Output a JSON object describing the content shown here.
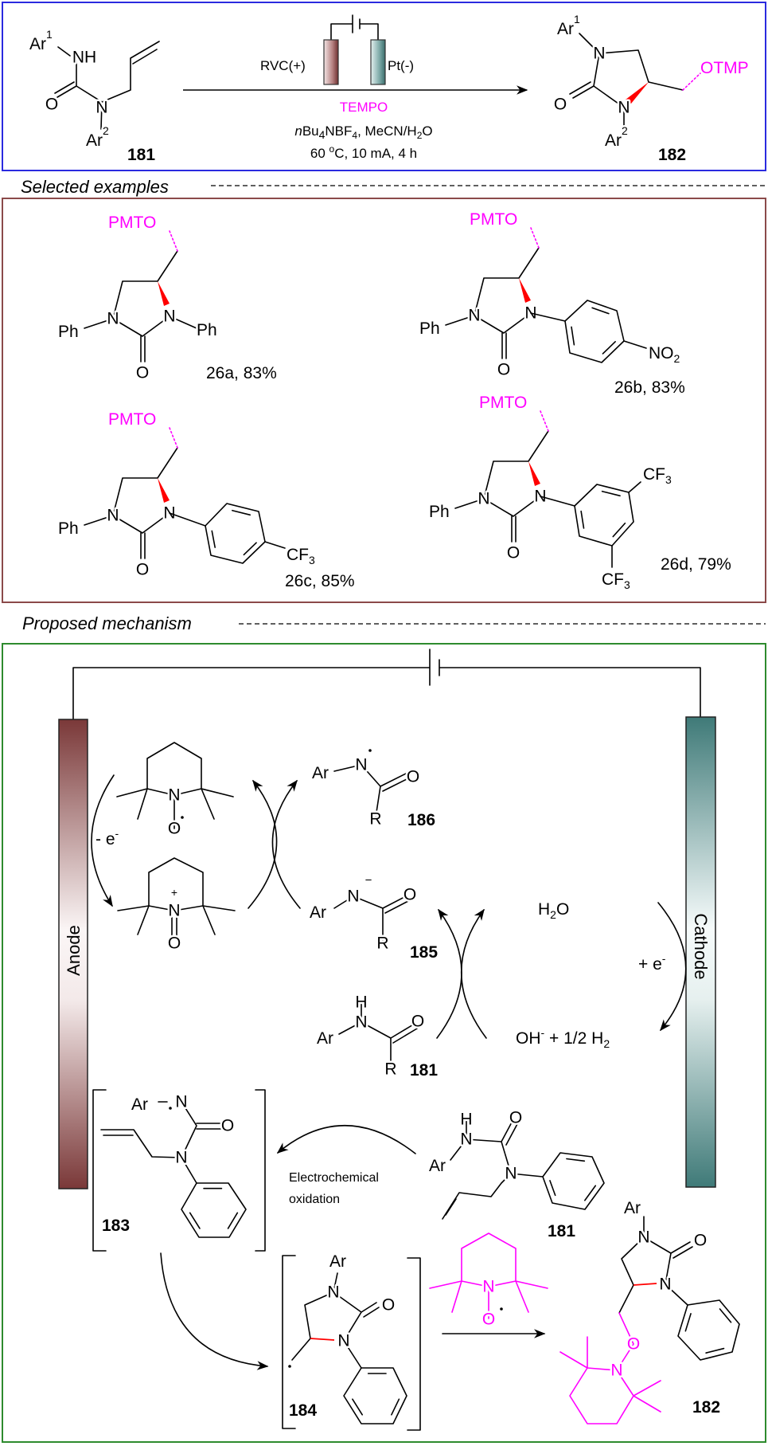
{
  "atoms": {
    "N": "N",
    "O": "O",
    "H": "H",
    "NH": "NH",
    "Ar": "Ar",
    "R": "R",
    "Ph": "Ph",
    "PMTO": "PMTO",
    "OTMP": "OTMP",
    "CF3": {
      "main": "CF",
      "sub": "3"
    },
    "NO2": {
      "main": "NO",
      "sub": "2"
    },
    "sup1": "1",
    "sup2": "2",
    "plus": "+",
    "minus": "−"
  },
  "reaction": {
    "substrate_id": "181",
    "product_id": "182",
    "anode_label": "RVC(+)",
    "cathode_label": "Pt(-)",
    "reagent": "TEMPO",
    "conditions_line1": [
      "n",
      "Bu",
      "4",
      "NBF",
      "4",
      ", MeCN/H",
      "2",
      "O"
    ],
    "conditions_line2": {
      "temp": "60 ",
      "deg": "o",
      "rest": "C, 10 mA, 4 h"
    }
  },
  "selected_examples": {
    "heading": "Selected examples",
    "items": [
      {
        "label": "26a, 83%"
      },
      {
        "label": "26b, 83%"
      },
      {
        "label": "26c, 85%"
      },
      {
        "label": "26d, 79%"
      }
    ]
  },
  "mechanism": {
    "heading": "Proposed mechanism",
    "anode": "Anode",
    "cathode": "Cathode",
    "minus_e": {
      "text": "- e",
      "sup": "-"
    },
    "plus_e": {
      "text": "+ e",
      "sup": "-"
    },
    "water": {
      "h": "H",
      "sub": "2",
      "o": "O"
    },
    "hydroxide": {
      "oh": "OH",
      "sup": "-",
      "rest": " + 1/2 H",
      "sub": "2"
    },
    "oxidation_label": [
      "Electrochemical",
      "oxidation"
    ],
    "compounds": {
      "c186": "186",
      "c185": "185",
      "c181a": "181",
      "c181b": "181",
      "c183": "183",
      "c184": "184",
      "c182": "182"
    }
  },
  "colors": {
    "frame_top": "#2a2adf",
    "frame_examples": "#8b4a4a",
    "frame_mechanism": "#2e8b2e",
    "highlight": "#ff00ff",
    "wedge": "#ff0000",
    "anode": "#7a3838",
    "cathode": "#3f7a78"
  }
}
